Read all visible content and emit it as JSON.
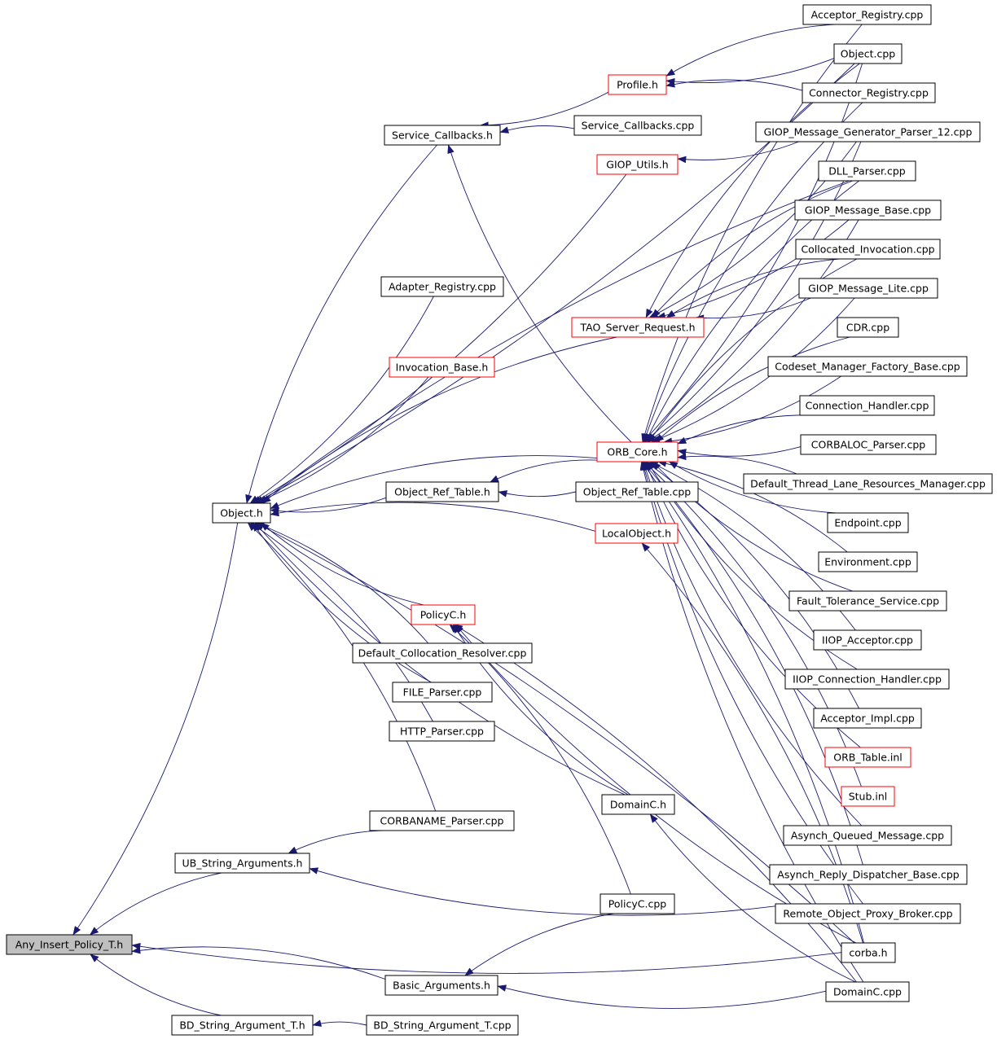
{
  "graph": {
    "nodes": [
      {
        "id": "any",
        "label": "Any_Insert_Policy_T.h",
        "kind": "root"
      },
      {
        "id": "acceptor_registry_cpp",
        "label": "Acceptor_Registry.cpp",
        "kind": "plain"
      },
      {
        "id": "object_cpp",
        "label": "Object.cpp",
        "kind": "plain"
      },
      {
        "id": "profile_h",
        "label": "Profile.h",
        "kind": "linked"
      },
      {
        "id": "connector_registry_cpp",
        "label": "Connector_Registry.cpp",
        "kind": "plain"
      },
      {
        "id": "service_callbacks_cpp",
        "label": "Service_Callbacks.cpp",
        "kind": "plain"
      },
      {
        "id": "service_callbacks_h",
        "label": "Service_Callbacks.h",
        "kind": "plain"
      },
      {
        "id": "giop_gen_parser_cpp",
        "label": "GIOP_Message_Generator_Parser_12.cpp",
        "kind": "plain"
      },
      {
        "id": "giop_utils_h",
        "label": "GIOP_Utils.h",
        "kind": "linked"
      },
      {
        "id": "dll_parser_cpp",
        "label": "DLL_Parser.cpp",
        "kind": "plain"
      },
      {
        "id": "giop_base_cpp",
        "label": "GIOP_Message_Base.cpp",
        "kind": "plain"
      },
      {
        "id": "collocated_cpp",
        "label": "Collocated_Invocation.cpp",
        "kind": "plain"
      },
      {
        "id": "adapter_registry_cpp",
        "label": "Adapter_Registry.cpp",
        "kind": "plain"
      },
      {
        "id": "giop_lite_cpp",
        "label": "GIOP_Message_Lite.cpp",
        "kind": "plain"
      },
      {
        "id": "tao_server_request_h",
        "label": "TAO_Server_Request.h",
        "kind": "linked"
      },
      {
        "id": "cdr_cpp",
        "label": "CDR.cpp",
        "kind": "plain"
      },
      {
        "id": "invocation_base_h",
        "label": "Invocation_Base.h",
        "kind": "linked"
      },
      {
        "id": "codeset_cpp",
        "label": "Codeset_Manager_Factory_Base.cpp",
        "kind": "plain"
      },
      {
        "id": "connection_handler_cpp",
        "label": "Connection_Handler.cpp",
        "kind": "plain"
      },
      {
        "id": "orb_core_h",
        "label": "ORB_Core.h",
        "kind": "linked"
      },
      {
        "id": "corbaloc_cpp",
        "label": "CORBALOC_Parser.cpp",
        "kind": "plain"
      },
      {
        "id": "default_thread_cpp",
        "label": "Default_Thread_Lane_Resources_Manager.cpp",
        "kind": "plain"
      },
      {
        "id": "object_ref_table_h",
        "label": "Object_Ref_Table.h",
        "kind": "plain"
      },
      {
        "id": "object_ref_table_cpp",
        "label": "Object_Ref_Table.cpp",
        "kind": "plain"
      },
      {
        "id": "object_h",
        "label": "Object.h",
        "kind": "plain"
      },
      {
        "id": "endpoint_cpp",
        "label": "Endpoint.cpp",
        "kind": "plain"
      },
      {
        "id": "localobject_h",
        "label": "LocalObject.h",
        "kind": "linked"
      },
      {
        "id": "environment_cpp",
        "label": "Environment.cpp",
        "kind": "plain"
      },
      {
        "id": "policyc_h",
        "label": "PolicyC.h",
        "kind": "linked"
      },
      {
        "id": "fault_tolerance_cpp",
        "label": "Fault_Tolerance_Service.cpp",
        "kind": "plain"
      },
      {
        "id": "default_collocation_cpp",
        "label": "Default_Collocation_Resolver.cpp",
        "kind": "plain"
      },
      {
        "id": "iiop_acceptor_cpp",
        "label": "IIOP_Acceptor.cpp",
        "kind": "plain"
      },
      {
        "id": "file_parser_cpp",
        "label": "FILE_Parser.cpp",
        "kind": "plain"
      },
      {
        "id": "iiop_conn_handler_cpp",
        "label": "IIOP_Connection_Handler.cpp",
        "kind": "plain"
      },
      {
        "id": "http_parser_cpp",
        "label": "HTTP_Parser.cpp",
        "kind": "plain"
      },
      {
        "id": "acceptor_impl_cpp",
        "label": "Acceptor_Impl.cpp",
        "kind": "plain"
      },
      {
        "id": "orb_table_inl",
        "label": "ORB_Table.inl",
        "kind": "linked"
      },
      {
        "id": "domainc_h",
        "label": "DomainC.h",
        "kind": "plain"
      },
      {
        "id": "stub_inl",
        "label": "Stub.inl",
        "kind": "linked"
      },
      {
        "id": "corbaname_cpp",
        "label": "CORBANAME_Parser.cpp",
        "kind": "plain"
      },
      {
        "id": "asynch_queued_cpp",
        "label": "Asynch_Queued_Message.cpp",
        "kind": "plain"
      },
      {
        "id": "ub_string_args_h",
        "label": "UB_String_Arguments.h",
        "kind": "plain"
      },
      {
        "id": "asynch_reply_cpp",
        "label": "Asynch_Reply_Dispatcher_Base.cpp",
        "kind": "plain"
      },
      {
        "id": "policyc_cpp",
        "label": "PolicyC.cpp",
        "kind": "plain"
      },
      {
        "id": "remote_proxy_cpp",
        "label": "Remote_Object_Proxy_Broker.cpp",
        "kind": "plain"
      },
      {
        "id": "corba_h",
        "label": "corba.h",
        "kind": "plain"
      },
      {
        "id": "basic_arguments_h",
        "label": "Basic_Arguments.h",
        "kind": "plain"
      },
      {
        "id": "domainc_cpp",
        "label": "DomainC.cpp",
        "kind": "plain"
      },
      {
        "id": "bd_string_h",
        "label": "BD_String_Argument_T.h",
        "kind": "plain"
      },
      {
        "id": "bd_string_cpp",
        "label": "BD_String_Argument_T.cpp",
        "kind": "plain"
      }
    ],
    "edges": [
      [
        "object_h",
        "any"
      ],
      [
        "ub_string_args_h",
        "any"
      ],
      [
        "corba_h",
        "any"
      ],
      [
        "basic_arguments_h",
        "any"
      ],
      [
        "bd_string_h",
        "any"
      ],
      [
        "service_callbacks_h",
        "object_h"
      ],
      [
        "giop_utils_h",
        "object_h"
      ],
      [
        "dll_parser_cpp",
        "object_h"
      ],
      [
        "adapter_registry_cpp",
        "object_h"
      ],
      [
        "tao_server_request_h",
        "object_h"
      ],
      [
        "invocation_base_h",
        "object_h"
      ],
      [
        "orb_core_h",
        "object_h"
      ],
      [
        "object_ref_table_h",
        "object_h"
      ],
      [
        "localobject_h",
        "object_h"
      ],
      [
        "policyc_h",
        "object_h"
      ],
      [
        "default_collocation_cpp",
        "object_h"
      ],
      [
        "file_parser_cpp",
        "object_h"
      ],
      [
        "http_parser_cpp",
        "object_h"
      ],
      [
        "domainc_h",
        "object_h"
      ],
      [
        "corbaname_cpp",
        "object_h"
      ],
      [
        "object_cpp",
        "object_h"
      ],
      [
        "corba_h",
        "object_h"
      ],
      [
        "profile_h",
        "service_callbacks_h"
      ],
      [
        "service_callbacks_cpp",
        "service_callbacks_h"
      ],
      [
        "orb_core_h",
        "service_callbacks_h"
      ],
      [
        "acceptor_registry_cpp",
        "profile_h"
      ],
      [
        "object_cpp",
        "profile_h"
      ],
      [
        "connector_registry_cpp",
        "profile_h"
      ],
      [
        "giop_gen_parser_cpp",
        "giop_utils_h"
      ],
      [
        "object_cpp",
        "tao_server_request_h"
      ],
      [
        "giop_gen_parser_cpp",
        "tao_server_request_h"
      ],
      [
        "dll_parser_cpp",
        "tao_server_request_h"
      ],
      [
        "giop_base_cpp",
        "tao_server_request_h"
      ],
      [
        "collocated_cpp",
        "tao_server_request_h"
      ],
      [
        "giop_lite_cpp",
        "tao_server_request_h"
      ],
      [
        "acceptor_registry_cpp",
        "orb_core_h"
      ],
      [
        "object_cpp",
        "orb_core_h"
      ],
      [
        "connector_registry_cpp",
        "orb_core_h"
      ],
      [
        "giop_gen_parser_cpp",
        "orb_core_h"
      ],
      [
        "dll_parser_cpp",
        "orb_core_h"
      ],
      [
        "giop_base_cpp",
        "orb_core_h"
      ],
      [
        "collocated_cpp",
        "orb_core_h"
      ],
      [
        "giop_lite_cpp",
        "orb_core_h"
      ],
      [
        "cdr_cpp",
        "orb_core_h"
      ],
      [
        "codeset_cpp",
        "orb_core_h"
      ],
      [
        "connection_handler_cpp",
        "orb_core_h"
      ],
      [
        "corbaloc_cpp",
        "orb_core_h"
      ],
      [
        "default_thread_cpp",
        "orb_core_h"
      ],
      [
        "endpoint_cpp",
        "orb_core_h"
      ],
      [
        "environment_cpp",
        "orb_core_h"
      ],
      [
        "fault_tolerance_cpp",
        "orb_core_h"
      ],
      [
        "iiop_acceptor_cpp",
        "orb_core_h"
      ],
      [
        "iiop_conn_handler_cpp",
        "orb_core_h"
      ],
      [
        "acceptor_impl_cpp",
        "orb_core_h"
      ],
      [
        "orb_table_inl",
        "orb_core_h"
      ],
      [
        "stub_inl",
        "orb_core_h"
      ],
      [
        "asynch_queued_cpp",
        "orb_core_h"
      ],
      [
        "asynch_reply_cpp",
        "orb_core_h"
      ],
      [
        "remote_proxy_cpp",
        "orb_core_h"
      ],
      [
        "corba_h",
        "orb_core_h"
      ],
      [
        "domainc_cpp",
        "orb_core_h"
      ],
      [
        "orb_core_h",
        "object_ref_table_h"
      ],
      [
        "object_ref_table_cpp",
        "object_ref_table_h"
      ],
      [
        "corba_h",
        "localobject_h"
      ],
      [
        "domainc_h",
        "policyc_h"
      ],
      [
        "policyc_cpp",
        "policyc_h"
      ],
      [
        "corba_h",
        "policyc_h"
      ],
      [
        "domainc_cpp",
        "policyc_h"
      ],
      [
        "domainc_cpp",
        "domainc_h"
      ],
      [
        "corbaname_cpp",
        "ub_string_args_h"
      ],
      [
        "remote_proxy_cpp",
        "ub_string_args_h"
      ],
      [
        "policyc_cpp",
        "basic_arguments_h"
      ],
      [
        "domainc_cpp",
        "basic_arguments_h"
      ],
      [
        "bd_string_cpp",
        "bd_string_h"
      ]
    ]
  },
  "colors": {
    "edge": "#191970",
    "linked_border": "#ff0000",
    "plain_border": "#000000",
    "root_fill": "#bfbfbf",
    "node_fill": "#ffffff"
  }
}
